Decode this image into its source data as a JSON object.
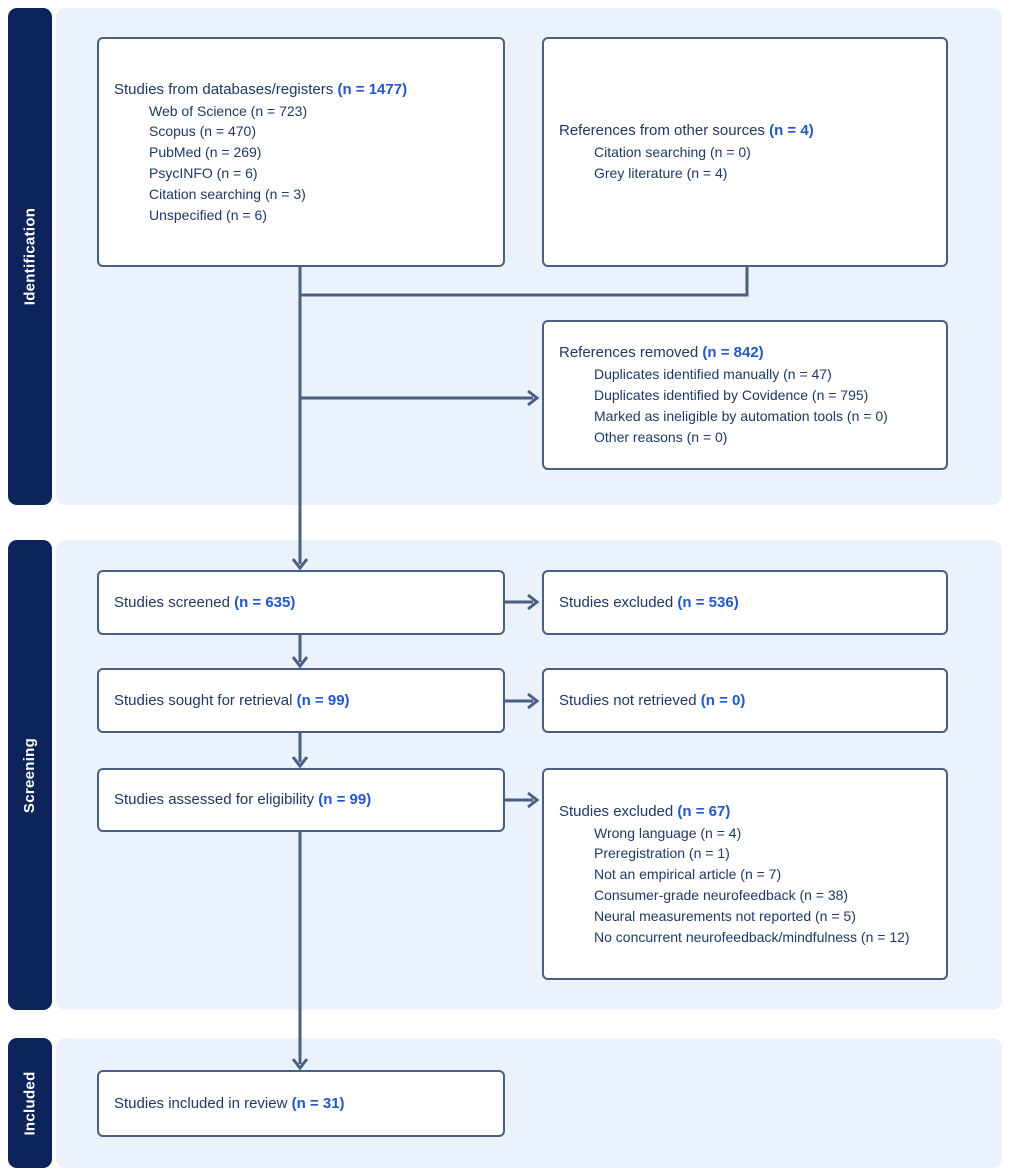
{
  "colors": {
    "sidebar_navy": "#0c2459",
    "panel_blue": "#ebf2fc",
    "box_border": "#4a5f82",
    "text_navy": "#1f3864",
    "count_accent": "#2057c9"
  },
  "sections": [
    {
      "label": "Identification"
    },
    {
      "label": "Screening"
    },
    {
      "label": "Included"
    }
  ],
  "boxes": {
    "databases": {
      "title": "Studies from databases/registers",
      "count": "(n = 1477)",
      "items": [
        "Web of Science (n = 723)",
        "Scopus (n = 470)",
        "PubMed (n = 269)",
        "PsycINFO (n = 6)",
        "Citation searching (n = 3)",
        "Unspecified (n = 6)"
      ]
    },
    "other_sources": {
      "title": "References from other sources",
      "count": "(n = 4)",
      "items": [
        "Citation searching (n = 0)",
        "Grey literature (n = 4)"
      ]
    },
    "removed": {
      "title": "References removed",
      "count": "(n = 842)",
      "items": [
        "Duplicates identified manually (n = 47)",
        "Duplicates identified by Covidence (n = 795)",
        "Marked as ineligible by automation tools (n = 0)",
        "Other reasons (n = 0)"
      ]
    },
    "screened": {
      "title": "Studies screened",
      "count": "(n = 635)"
    },
    "excluded_screening": {
      "title": "Studies excluded",
      "count": "(n = 536)"
    },
    "sought": {
      "title": "Studies sought for retrieval",
      "count": "(n = 99)"
    },
    "not_retrieved": {
      "title": "Studies not retrieved",
      "count": "(n = 0)"
    },
    "assessed": {
      "title": "Studies assessed for eligibility",
      "count": "(n = 99)"
    },
    "excluded_eligibility": {
      "title": "Studies excluded",
      "count": "(n = 67)",
      "items": [
        "Wrong language (n = 4)",
        "Preregistration (n = 1)",
        "Not an empirical article (n = 7)",
        "Consumer-grade neurofeedback (n = 38)",
        "Neural measurements not reported (n = 5)",
        "No concurrent neurofeedback/mindfulness (n = 12)"
      ]
    },
    "included": {
      "title": "Studies included in review",
      "count": "(n = 31)"
    }
  }
}
